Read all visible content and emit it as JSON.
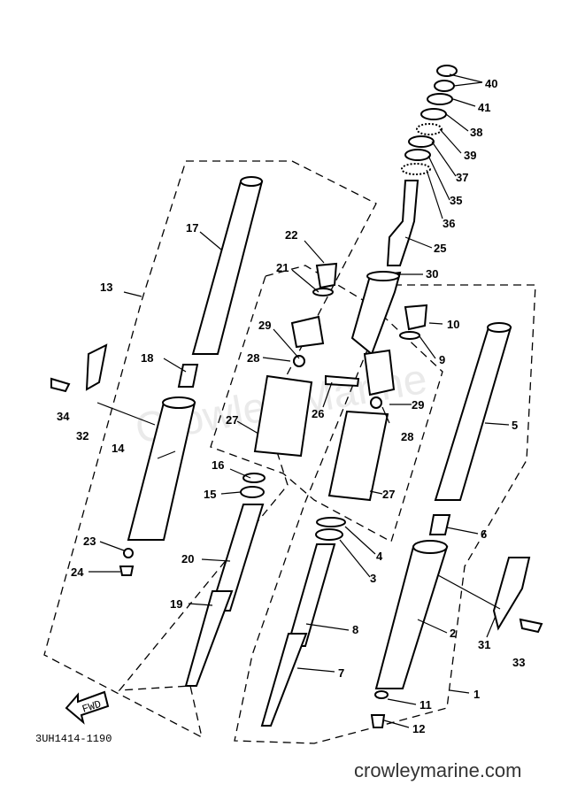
{
  "diagram_code": "3UH1414-1190",
  "watermark": "Crowley Marine",
  "website": "crowleymarine.com",
  "fwd_label": "FWD",
  "parts": [
    {
      "id": "1",
      "label": "1"
    },
    {
      "id": "2",
      "label": "2"
    },
    {
      "id": "3",
      "label": "3"
    },
    {
      "id": "4",
      "label": "4"
    },
    {
      "id": "5",
      "label": "5"
    },
    {
      "id": "6",
      "label": "6"
    },
    {
      "id": "7",
      "label": "7"
    },
    {
      "id": "8",
      "label": "8"
    },
    {
      "id": "9",
      "label": "9"
    },
    {
      "id": "10",
      "label": "10"
    },
    {
      "id": "11",
      "label": "11"
    },
    {
      "id": "12",
      "label": "12"
    },
    {
      "id": "13",
      "label": "13"
    },
    {
      "id": "14",
      "label": "14"
    },
    {
      "id": "15",
      "label": "15"
    },
    {
      "id": "16",
      "label": "16"
    },
    {
      "id": "17",
      "label": "17"
    },
    {
      "id": "18",
      "label": "18"
    },
    {
      "id": "19",
      "label": "19"
    },
    {
      "id": "20",
      "label": "20"
    },
    {
      "id": "21",
      "label": "21"
    },
    {
      "id": "22",
      "label": "22"
    },
    {
      "id": "23",
      "label": "23"
    },
    {
      "id": "24",
      "label": "24"
    },
    {
      "id": "25",
      "label": "25"
    },
    {
      "id": "26",
      "label": "26"
    },
    {
      "id": "27a",
      "label": "27"
    },
    {
      "id": "27b",
      "label": "27"
    },
    {
      "id": "28a",
      "label": "28"
    },
    {
      "id": "28b",
      "label": "28"
    },
    {
      "id": "29a",
      "label": "29"
    },
    {
      "id": "29b",
      "label": "29"
    },
    {
      "id": "30",
      "label": "30"
    },
    {
      "id": "31",
      "label": "31"
    },
    {
      "id": "32",
      "label": "32"
    },
    {
      "id": "33",
      "label": "33"
    },
    {
      "id": "34",
      "label": "34"
    },
    {
      "id": "35",
      "label": "35"
    },
    {
      "id": "36",
      "label": "36"
    },
    {
      "id": "37",
      "label": "37"
    },
    {
      "id": "38",
      "label": "38"
    },
    {
      "id": "39",
      "label": "39"
    },
    {
      "id": "40",
      "label": "40"
    },
    {
      "id": "41",
      "label": "41"
    }
  ]
}
